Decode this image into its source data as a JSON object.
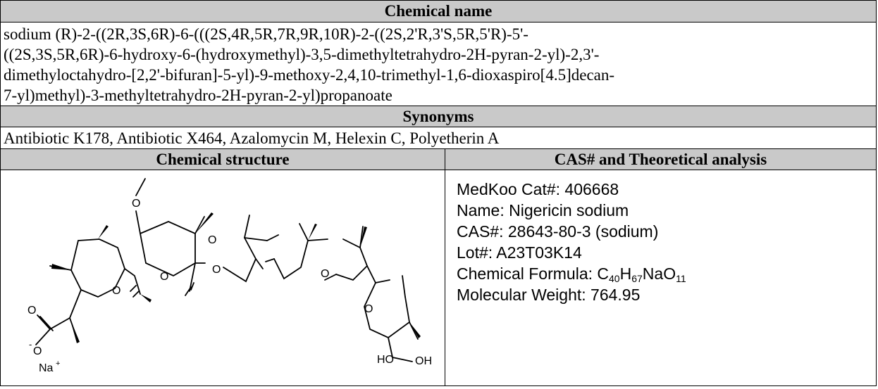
{
  "sections": {
    "chemical_name_header": "Chemical name",
    "chemical_name_lines": [
      "sodium (R)-2-((2R,3S,6R)-6-(((2S,4R,5R,7R,9R,10R)-2-((2S,2'R,3'S,5R,5'R)-5'-",
      "((2S,3S,5R,6R)-6-hydroxy-6-(hydroxymethyl)-3,5-dimethyltetrahydro-2H-pyran-2-yl)-2,3'-",
      "dimethyloctahydro-[2,2'-bifuran]-5-yl)-9-methoxy-2,4,10-trimethyl-1,6-dioxaspiro[4.5]decan-",
      "7-yl)methyl)-3-methyltetrahydro-2H-pyran-2-yl)propanoate"
    ],
    "synonyms_header": "Synonyms",
    "synonyms": "Antibiotic K178, Antibiotic X464, Azalomycin M, Helexin C, Polyetherin A",
    "structure_header": "Chemical structure",
    "analysis_header": "CAS# and Theoretical analysis"
  },
  "structure_labels": {
    "o": "O",
    "o_minus": "O",
    "minus": "-",
    "na": "Na",
    "plus": "+",
    "ho": "HO",
    "oh": "OH"
  },
  "analysis": {
    "cat": "MedKoo Cat#: 406668",
    "name": "Name: Nigericin sodium",
    "cas": "CAS#: 28643-80-3 (sodium)",
    "lot": "Lot#: A23T03K14",
    "formula_label": "Chemical Formula: ",
    "formula_parts": [
      "C",
      "40",
      "H",
      "67",
      "NaO",
      "11"
    ],
    "mw": "Molecular Weight: 764.95"
  },
  "colors": {
    "header_bg": "#c9c9c9",
    "border": "#000000"
  }
}
